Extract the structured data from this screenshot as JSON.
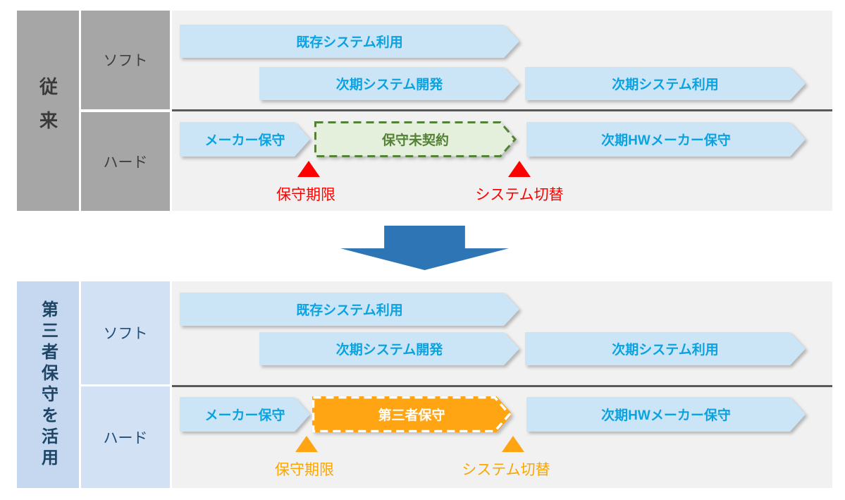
{
  "top_section": {
    "side_label": "従来",
    "soft_label": "ソフト",
    "hard_label": "ハード",
    "arrow_existing_use": "既存システム利用",
    "arrow_next_dev": "次期システム開発",
    "arrow_next_use": "次期システム利用",
    "arrow_maker_maint": "メーカー保守",
    "gap_box": "保守未契約",
    "arrow_next_hw_maint": "次期HWメーカー保守",
    "marker_deadline": "保守期限",
    "marker_switch": "システム切替"
  },
  "bottom_section": {
    "side_label": "第三者保守を活用",
    "soft_label": "ソフト",
    "hard_label": "ハード",
    "arrow_existing_use": "既存システム利用",
    "arrow_next_dev": "次期システム開発",
    "arrow_next_use": "次期システム利用",
    "arrow_maker_maint": "メーカー保守",
    "gap_box": "第三者保守",
    "arrow_next_hw_maint": "次期HWメーカー保守",
    "marker_deadline": "保守期限",
    "marker_switch": "システム切替"
  },
  "colors": {
    "panel_bg": "#F1F1F1",
    "gray_header": "#A6A6A6",
    "gray_text": "#3F3F3F",
    "arrow_fill": "#CBE5F7",
    "arrow_text": "#0AA2DF",
    "divider": "#595959",
    "green_fill": "#E5F0DC",
    "green_border": "#538135",
    "red": "#FF0000",
    "orange": "#FFA513",
    "transition_arrow": "#2E75B6",
    "side_blue_fill": "#C5D8F0",
    "row_blue_fill": "#D3E1F4",
    "navy_text": "#1F4E79"
  }
}
